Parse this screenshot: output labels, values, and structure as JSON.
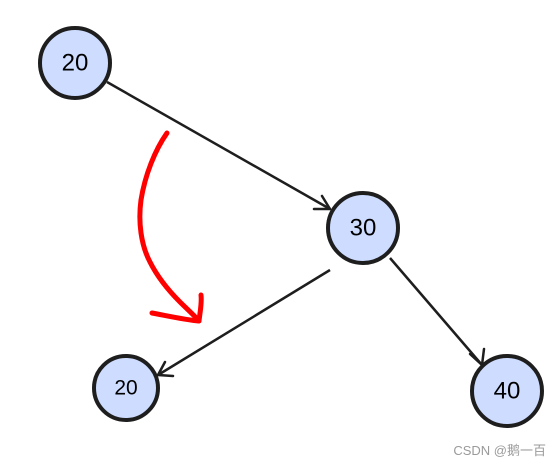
{
  "nodes": {
    "root": {
      "label": "20"
    },
    "middle": {
      "label": "30"
    },
    "left_child": {
      "label": "20"
    },
    "right_child": {
      "label": "40"
    }
  },
  "colors": {
    "node_fill": "#cddcff",
    "node_stroke": "#1e1e1e",
    "edge": "#1e1e1e",
    "rotation_arrow": "#ff0000"
  },
  "watermark": "CSDN @鹅一百"
}
